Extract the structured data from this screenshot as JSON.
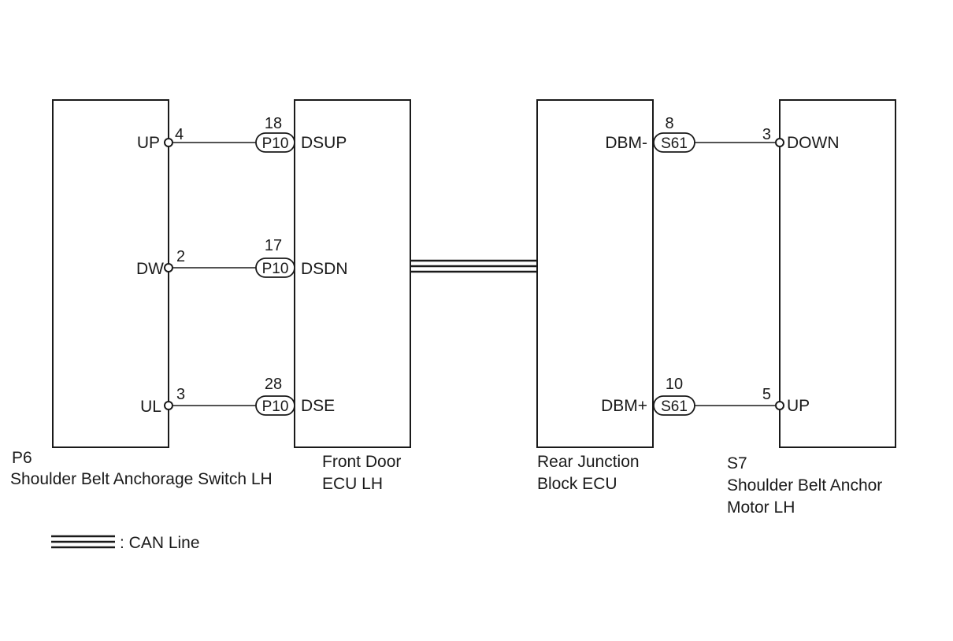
{
  "components": {
    "switch": {
      "code": "P6",
      "name": "Shoulder Belt Anchorage Switch LH",
      "pins": [
        {
          "label": "UP",
          "number": "4"
        },
        {
          "label": "DW",
          "number": "2"
        },
        {
          "label": "UL",
          "number": "3"
        }
      ]
    },
    "front_ecu": {
      "name_line1": "Front Door",
      "name_line2": "ECU LH",
      "pins": [
        {
          "label": "DSUP",
          "number": "18",
          "connector": "P10"
        },
        {
          "label": "DSDN",
          "number": "17",
          "connector": "P10"
        },
        {
          "label": "DSE",
          "number": "28",
          "connector": "P10"
        }
      ]
    },
    "rear_ecu": {
      "name_line1": "Rear Junction",
      "name_line2": "Block ECU",
      "pins": [
        {
          "label": "DBM-",
          "number": "8",
          "connector": "S61"
        },
        {
          "label": "DBM+",
          "number": "10",
          "connector": "S61"
        }
      ]
    },
    "motor": {
      "code": "S7",
      "name_line1": "Shoulder Belt Anchor",
      "name_line2": "Motor LH",
      "pins": [
        {
          "label": "DOWN",
          "number": "3"
        },
        {
          "label": "UP",
          "number": "5"
        }
      ]
    }
  },
  "legend": {
    "can_line": ": CAN Line"
  }
}
